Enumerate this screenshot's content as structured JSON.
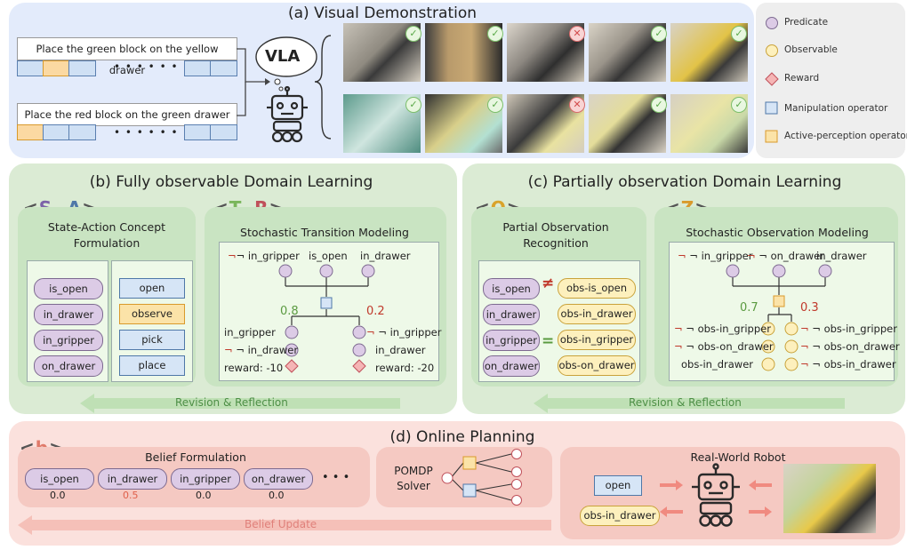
{
  "panel_a": {
    "title": "(a) Visual Demonstration",
    "instruction_1": "Place the green block on the yellow drawer",
    "instruction_2": "Place the red block on the green drawer",
    "dots": "• • • • • • •",
    "vla_label": "VLA",
    "row1_status": [
      "success",
      "success",
      "fail",
      "success",
      "success"
    ],
    "row2_status": [
      "success",
      "success",
      "fail",
      "success",
      "success"
    ]
  },
  "legend": {
    "predicate": "Predicate",
    "observable": "Observable",
    "reward": "Reward",
    "manipulation": "Manipulation operator",
    "active_perception": "Active-perception operator"
  },
  "panel_b": {
    "title": "(b) Fully observable Domain Learning",
    "symbol_sa": "<S, A>",
    "symbol_tr": "<T, R>",
    "concept_title": "State-Action Concept Formulation",
    "predicates": [
      "is_open",
      "in_drawer",
      "in_gripper",
      "on_drawer"
    ],
    "actions": [
      "open",
      "observe",
      "pick",
      "place"
    ],
    "transition_title": "Stochastic Transition Modeling",
    "top_labels": [
      "¬ in_gripper",
      "is_open",
      "in_drawer"
    ],
    "prob_left": "0.8",
    "prob_right": "0.2",
    "left_out": [
      "in_gripper",
      "¬ in_drawer",
      "reward: -10"
    ],
    "right_out": [
      "¬ in_gripper",
      "in_drawer",
      "reward: -20"
    ],
    "revision": "Revision & Reflection"
  },
  "panel_c": {
    "title": "(c) Partially observation Domain Learning",
    "symbol_o": "<O>",
    "symbol_z": "<Z>",
    "recog_title": "Partial Observation Recognition",
    "predicates": [
      "is_open",
      "in_drawer",
      "in_gripper",
      "on_drawer"
    ],
    "observables": [
      "obs-is_open",
      "obs-in_drawer",
      "obs-in_gripper",
      "obs-on_drawer"
    ],
    "obs_model_title": "Stochastic Observation Modeling",
    "top_labels": [
      "¬ in_gripper",
      "¬ on_drawer",
      "in_drawer"
    ],
    "prob_left": "0.7",
    "prob_right": "0.3",
    "left_out": [
      "¬ obs-in_gripper",
      "¬ obs-on_drawer",
      "obs-in_drawer"
    ],
    "right_out": [
      "¬ obs-in_gripper",
      "¬ obs-on_drawer",
      "¬ obs-in_drawer"
    ],
    "revision": "Revision & Reflection"
  },
  "panel_d": {
    "title": "(d) Online Planning",
    "symbol_b": "<b>",
    "belief_title": "Belief Formulation",
    "beliefs": [
      {
        "name": "is_open",
        "value": "0.0"
      },
      {
        "name": "in_drawer",
        "value": "0.5"
      },
      {
        "name": "in_gripper",
        "value": "0.0"
      },
      {
        "name": "on_drawer",
        "value": "0.0"
      }
    ],
    "ellipsis": "• • •",
    "solver": "POMDP Solver",
    "robot_title": "Real-World Robot",
    "action_open": "open",
    "obs_in_drawer": "obs-in_drawer",
    "belief_update": "Belief Update"
  },
  "colors": {
    "predicate": "#dccbe6",
    "observable": "#fdf0bd",
    "reward": "#f5b5b5",
    "manipulation": "#d6e5f6",
    "active": "#fbe3a8"
  }
}
